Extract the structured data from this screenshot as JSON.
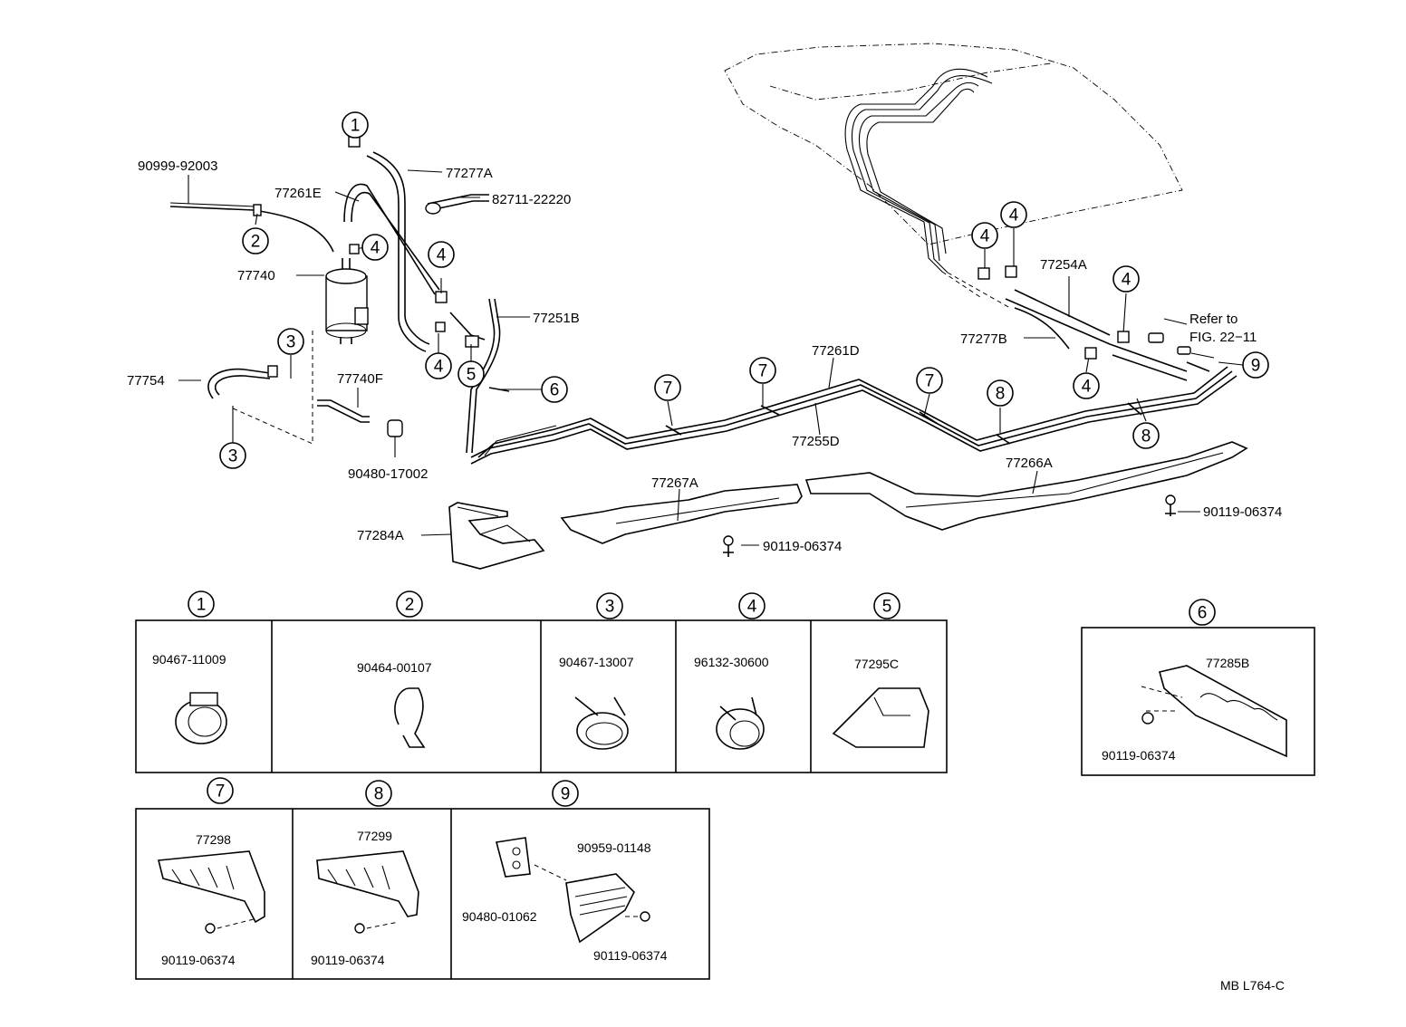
{
  "diagram_code": "MB L764-C",
  "callouts": [
    "1",
    "2",
    "3",
    "4",
    "5",
    "6",
    "7",
    "8",
    "9"
  ],
  "part_labels": {
    "p_90999_92003": "90999-92003",
    "p_77277A": "77277A",
    "p_77261E": "77261E",
    "p_82711_22220": "82711-22220",
    "p_77740": "77740",
    "p_77251B": "77251B",
    "p_77754": "77754",
    "p_77740F": "77740F",
    "p_90480_17002": "90480-17002",
    "p_77261D": "77261D",
    "p_77255D": "77255D",
    "p_77254A": "77254A",
    "p_77277B": "77277B",
    "p_refer1": "Refer to",
    "p_refer2": "FIG. 22−11",
    "p_77267A": "77267A",
    "p_77266A": "77266A",
    "p_77284A": "77284A",
    "p_90119_a": "90119-06374",
    "p_90119_b": "90119-06374"
  },
  "detail_labels": {
    "d1": "90467-11009",
    "d2": "90464-00107",
    "d3": "90467-13007",
    "d4": "96132-30600",
    "d5": "77295C",
    "d6a": "77285B",
    "d6b": "90119-06374",
    "d7a": "77298",
    "d7b": "90119-06374",
    "d8a": "77299",
    "d8b": "90119-06374",
    "d9a": "90959-01148",
    "d9b": "90480-01062",
    "d9c": "90119-06374"
  }
}
